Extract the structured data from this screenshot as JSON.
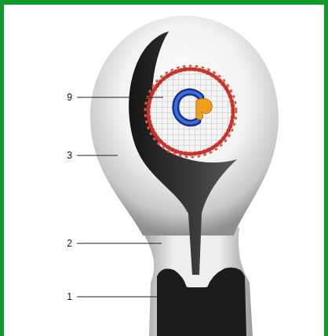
{
  "diagram": {
    "labels": [
      "9",
      "3",
      "2",
      "1"
    ]
  }
}
